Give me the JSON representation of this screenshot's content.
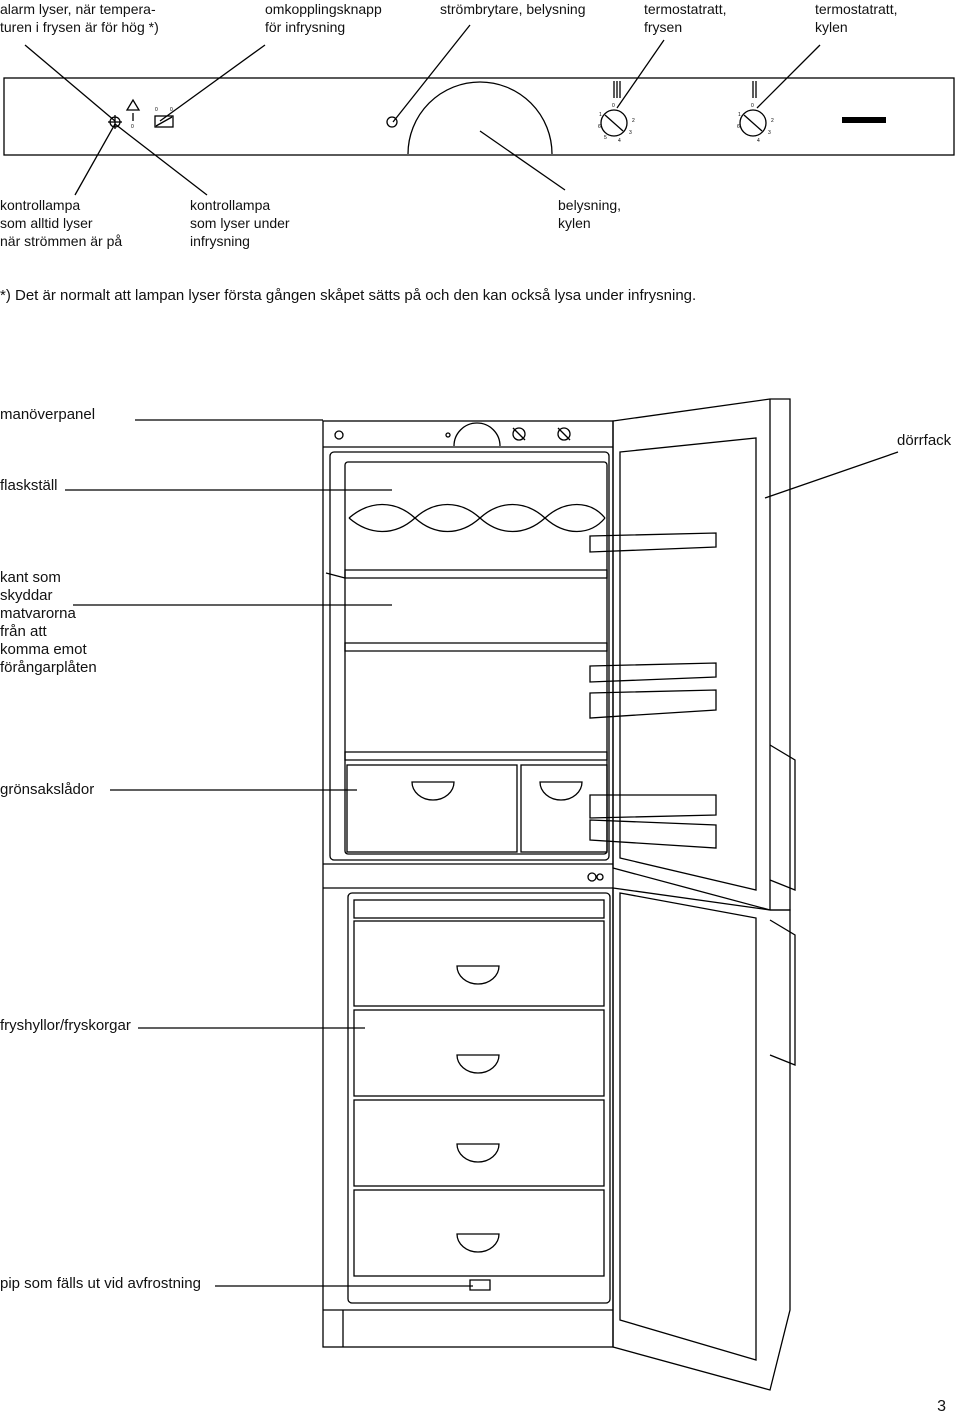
{
  "panel_labels": {
    "alarm": "alarm lyser, när tempera-\nturen i frysen är för hög *)",
    "switch_freeze": "omkopplingsknapp\nför infrysning",
    "light_switch": "strömbrytare, belysning",
    "thermostat_freezer": "termostatratt,\nfrysen",
    "thermostat_fridge": "termostatratt,\nkylen",
    "lamp_power": "kontrollampa\nsom alltid lyser\nnär strömmen är på",
    "lamp_freeze": "kontrollampa\nsom lyser under\ninfrysning",
    "light_fridge": "belysning,\nkylen"
  },
  "footnote": "*) Det är normalt att lampan lyser första gången skåpet sätts på och den kan också lysa under infrysning.",
  "fridge_labels": {
    "control_panel": "manöverpanel",
    "door_rack": "dörrfack",
    "bottle_rack": "flaskställ",
    "shelf_edge": "kant som\nskyddar\nmatvarorna\nfrån att\nkomma emot\nförångarplåten",
    "crisper": "grönsakslådor",
    "freezer_shelves": "fryshyllor/fryskorgar",
    "drain_spout": "pip som fälls ut vid avfrostning"
  },
  "page_number": "3"
}
